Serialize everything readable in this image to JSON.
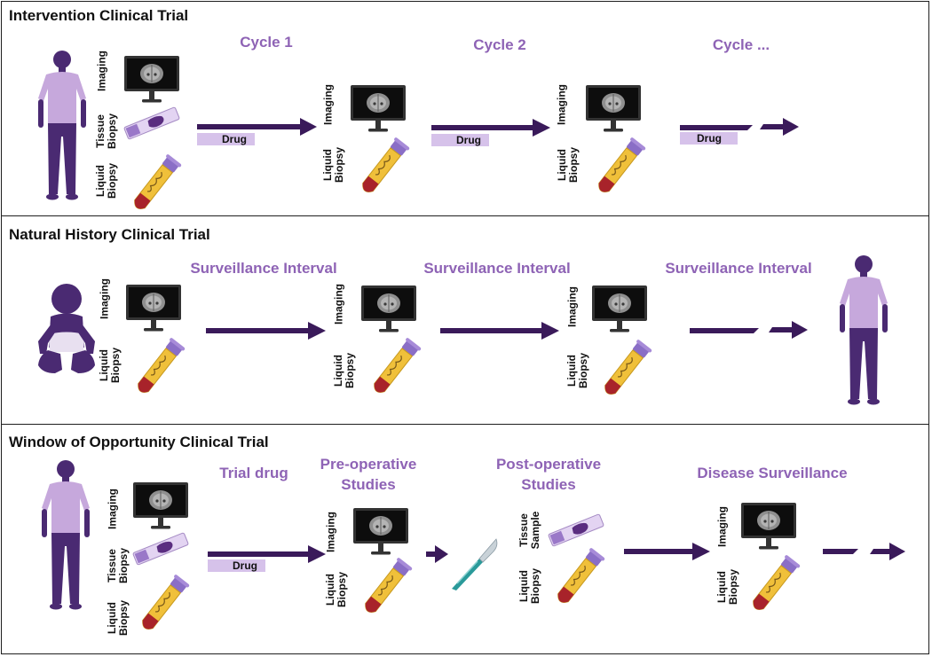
{
  "colors": {
    "accent": "#8e63b5",
    "arrow": "#3a1a5a",
    "figure": "#4a2a72",
    "shirt": "#c6a8dc",
    "drug_label_bg": "#d6c2ea",
    "scalpel": "#2a9a9a"
  },
  "icons": [
    "adult-figure",
    "baby-figure",
    "monitor-brain-scan",
    "tissue-slide",
    "blood-tube",
    "scalpel",
    "arrow"
  ],
  "sections": [
    {
      "title": "Intervention Clinical Trial",
      "stages": [
        "Cycle 1",
        "Cycle 2",
        "Cycle ..."
      ]
    },
    {
      "title": "Natural History Clinical Trial",
      "stages": [
        "Surveillance Interval",
        "Surveillance Interval",
        "Surveillance Interval"
      ]
    },
    {
      "title": "Window of Opportunity Clinical Trial",
      "stages": [
        "Trial drug",
        "Pre-operative\nStudies",
        "Post-operative\nStudies",
        "Disease Surveillance"
      ]
    }
  ],
  "labels": {
    "imaging": "Imaging",
    "tissue_biopsy": "Tissue\nBiopsy",
    "liquid_biopsy": "Liquid\nBiopsy",
    "tissue_sample": "Tissue\nSample",
    "drug": "Drug"
  }
}
